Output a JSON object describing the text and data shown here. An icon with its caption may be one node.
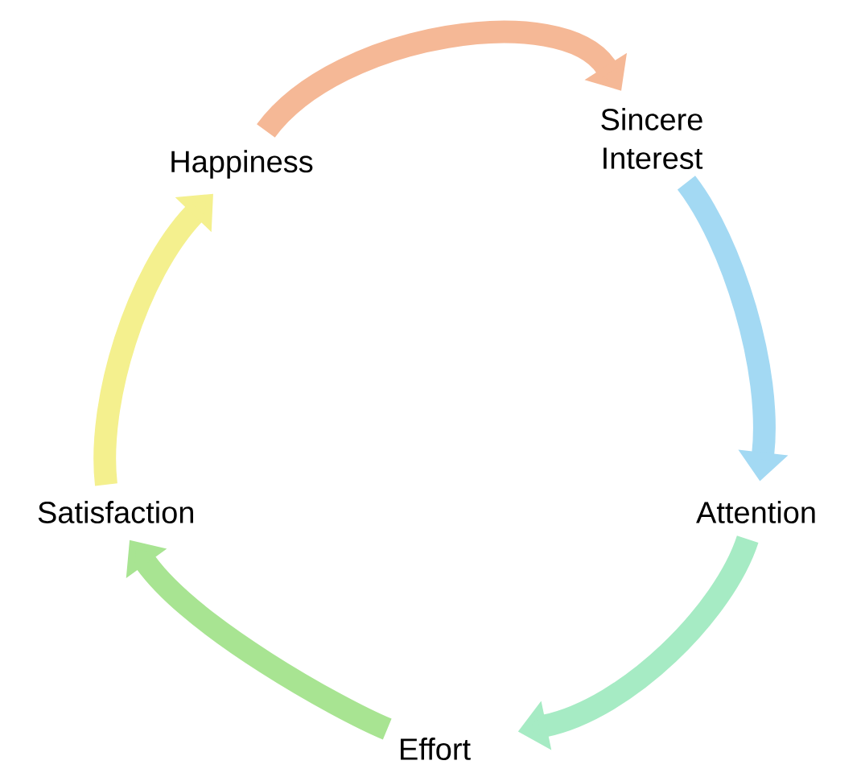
{
  "diagram": {
    "nodes": [
      {
        "text": [
          "Happiness"
        ]
      },
      {
        "text": [
          "Sincere Interest"
        ]
      },
      {
        "text": [
          "Attention"
        ]
      },
      {
        "text": [
          "Effort"
        ]
      },
      {
        "text": [
          "Satisfaction"
        ]
      }
    ],
    "edges": [
      {
        "from": 0,
        "to": 1,
        "arrow": "to",
        "color": "#f5b896"
      },
      {
        "from": 1,
        "to": 2,
        "arrow": "to",
        "color": "#a3d9f3"
      },
      {
        "from": 2,
        "to": 3,
        "arrow": "to",
        "color": "#a6ebc4"
      },
      {
        "from": 3,
        "to": 4,
        "arrow": "to",
        "color": "#a8e492"
      },
      {
        "from": 4,
        "to": 0,
        "arrow": "to",
        "color": "#f4f08e"
      }
    ]
  }
}
